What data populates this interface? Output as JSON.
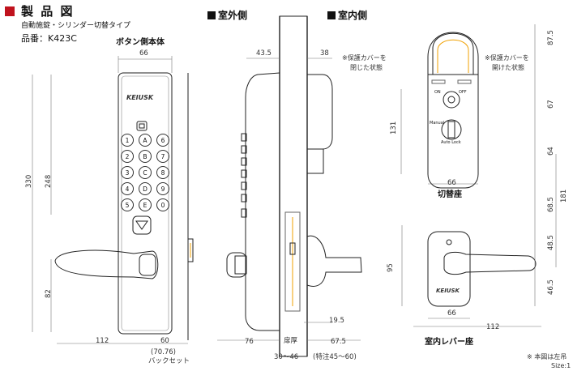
{
  "header": {
    "title": "製 品 図",
    "subtitle": "自動施錠・シリンダー切替タイプ",
    "model": "品番：K423C",
    "accent_color": "#c0121d"
  },
  "views": {
    "outdoor_label": "室外側",
    "indoor_label": "室内側",
    "button_body_label": "ボタン側本体",
    "switch_seat_label": "切替座",
    "lever_seat_label": "室内レバー座",
    "brand": "KEIUSK"
  },
  "notes": {
    "cover_closed": [
      "※保護カバーを",
      "閉じた状態"
    ],
    "cover_open": [
      "※保護カバーを",
      "開けた状態"
    ],
    "left_hand": "※ 本図は左吊",
    "size": "Size:1"
  },
  "dimensions": {
    "front_width": "66",
    "front_height_total": "330",
    "front_height_keypad": "248",
    "front_lever_height": "82",
    "lever_length": "112",
    "backset": "60",
    "backset_sub": "(70.76)",
    "backset_label": "バックセット",
    "side_outer": "43.5",
    "side_inner": "38",
    "side_131": "131",
    "side_bottom_19": "19.5",
    "side_76": "76",
    "side_67": "67.5",
    "door_thickness_label": "扉厚",
    "door_thickness_range": "30～46",
    "door_thickness_special": "(特注45～60)",
    "switch_87": "87.5",
    "switch_67": "67",
    "switch_64": "64",
    "switch_68": "68.5",
    "switch_48": "48.5",
    "switch_46": "46.5",
    "switch_181": "181",
    "switch_width": "66",
    "lever_seat_95": "95",
    "lever_seat_width": "66",
    "lever_seat_length": "112"
  },
  "keypad": {
    "rows": [
      [
        "1",
        "A",
        "6"
      ],
      [
        "2",
        "B",
        "7"
      ],
      [
        "3",
        "C",
        "8"
      ],
      [
        "4",
        "D",
        "9"
      ],
      [
        "5",
        "E",
        "0"
      ]
    ]
  },
  "switch_labels": [
    "ON",
    "OFF",
    "Manual",
    "Auto Lock"
  ]
}
